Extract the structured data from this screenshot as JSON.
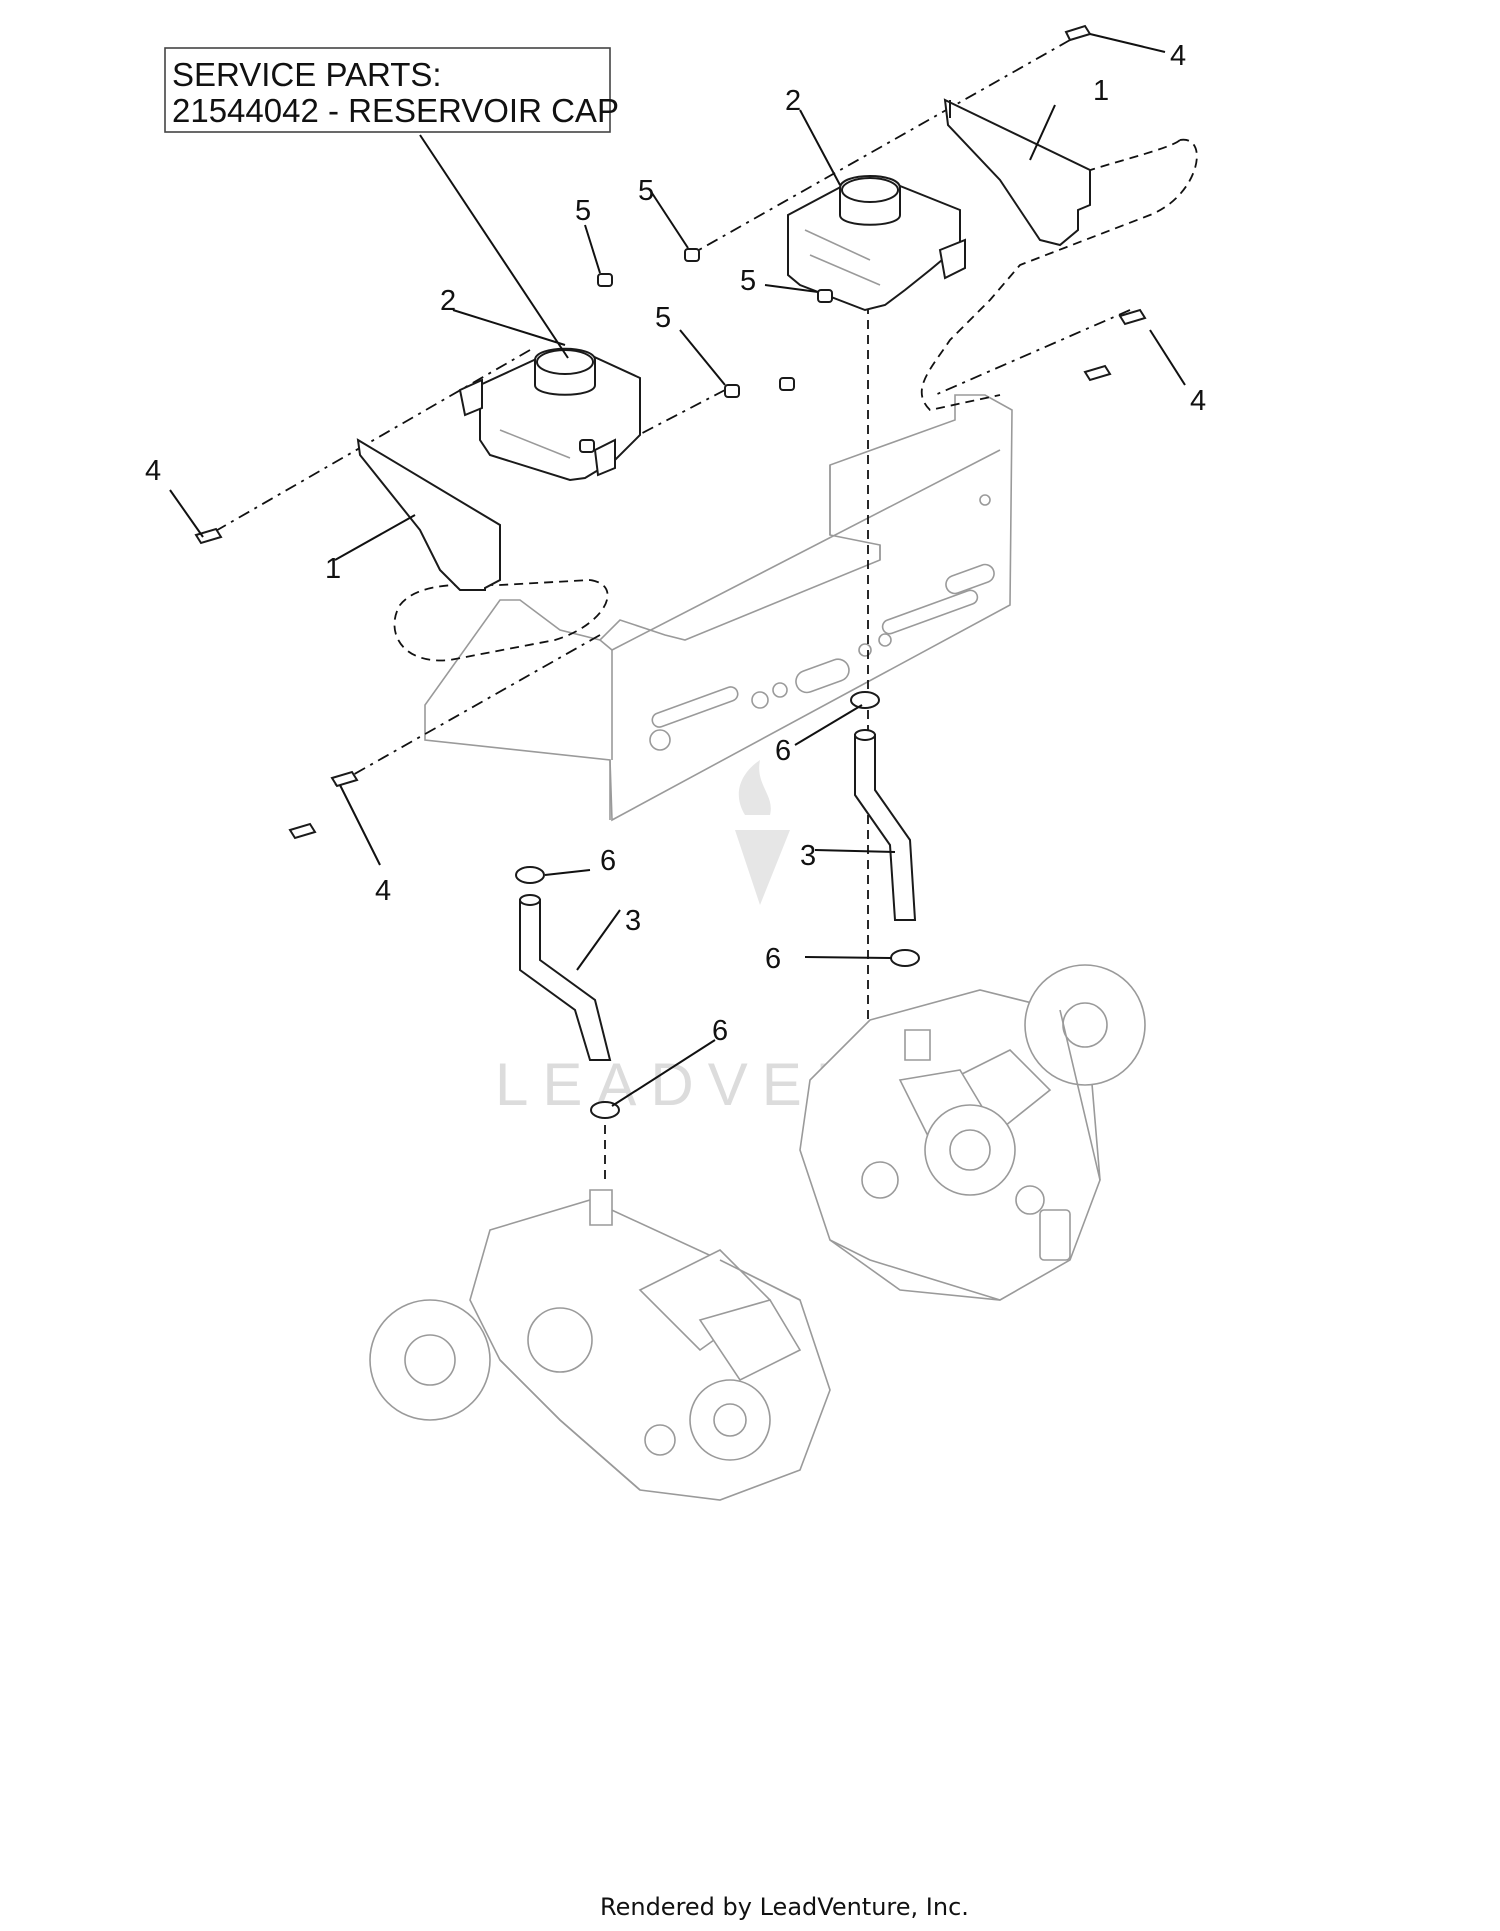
{
  "service_box": {
    "line1": "SERVICE PARTS:",
    "line2": "21544042 - RESERVOIR CAP"
  },
  "callouts": {
    "bracket_right": "1",
    "bracket_left": "1",
    "reservoir_right": "2",
    "reservoir_left": "2",
    "hose_right": "3",
    "hose_left": "3",
    "bolt_top_right": "4",
    "bolt_mid_right": "4",
    "bolt_left": "4",
    "bolt_bottom": "4",
    "nut_upper_left": "5",
    "nut_upper_right": "5",
    "nut_top_left": "5",
    "nut_center": "5",
    "clamp_right_upper": "6",
    "clamp_right_lower": "6",
    "clamp_left_upper": "6",
    "clamp_left_lower": "6"
  },
  "watermark": "LEADVENTURE",
  "footer": "Rendered by LeadVenture, Inc."
}
